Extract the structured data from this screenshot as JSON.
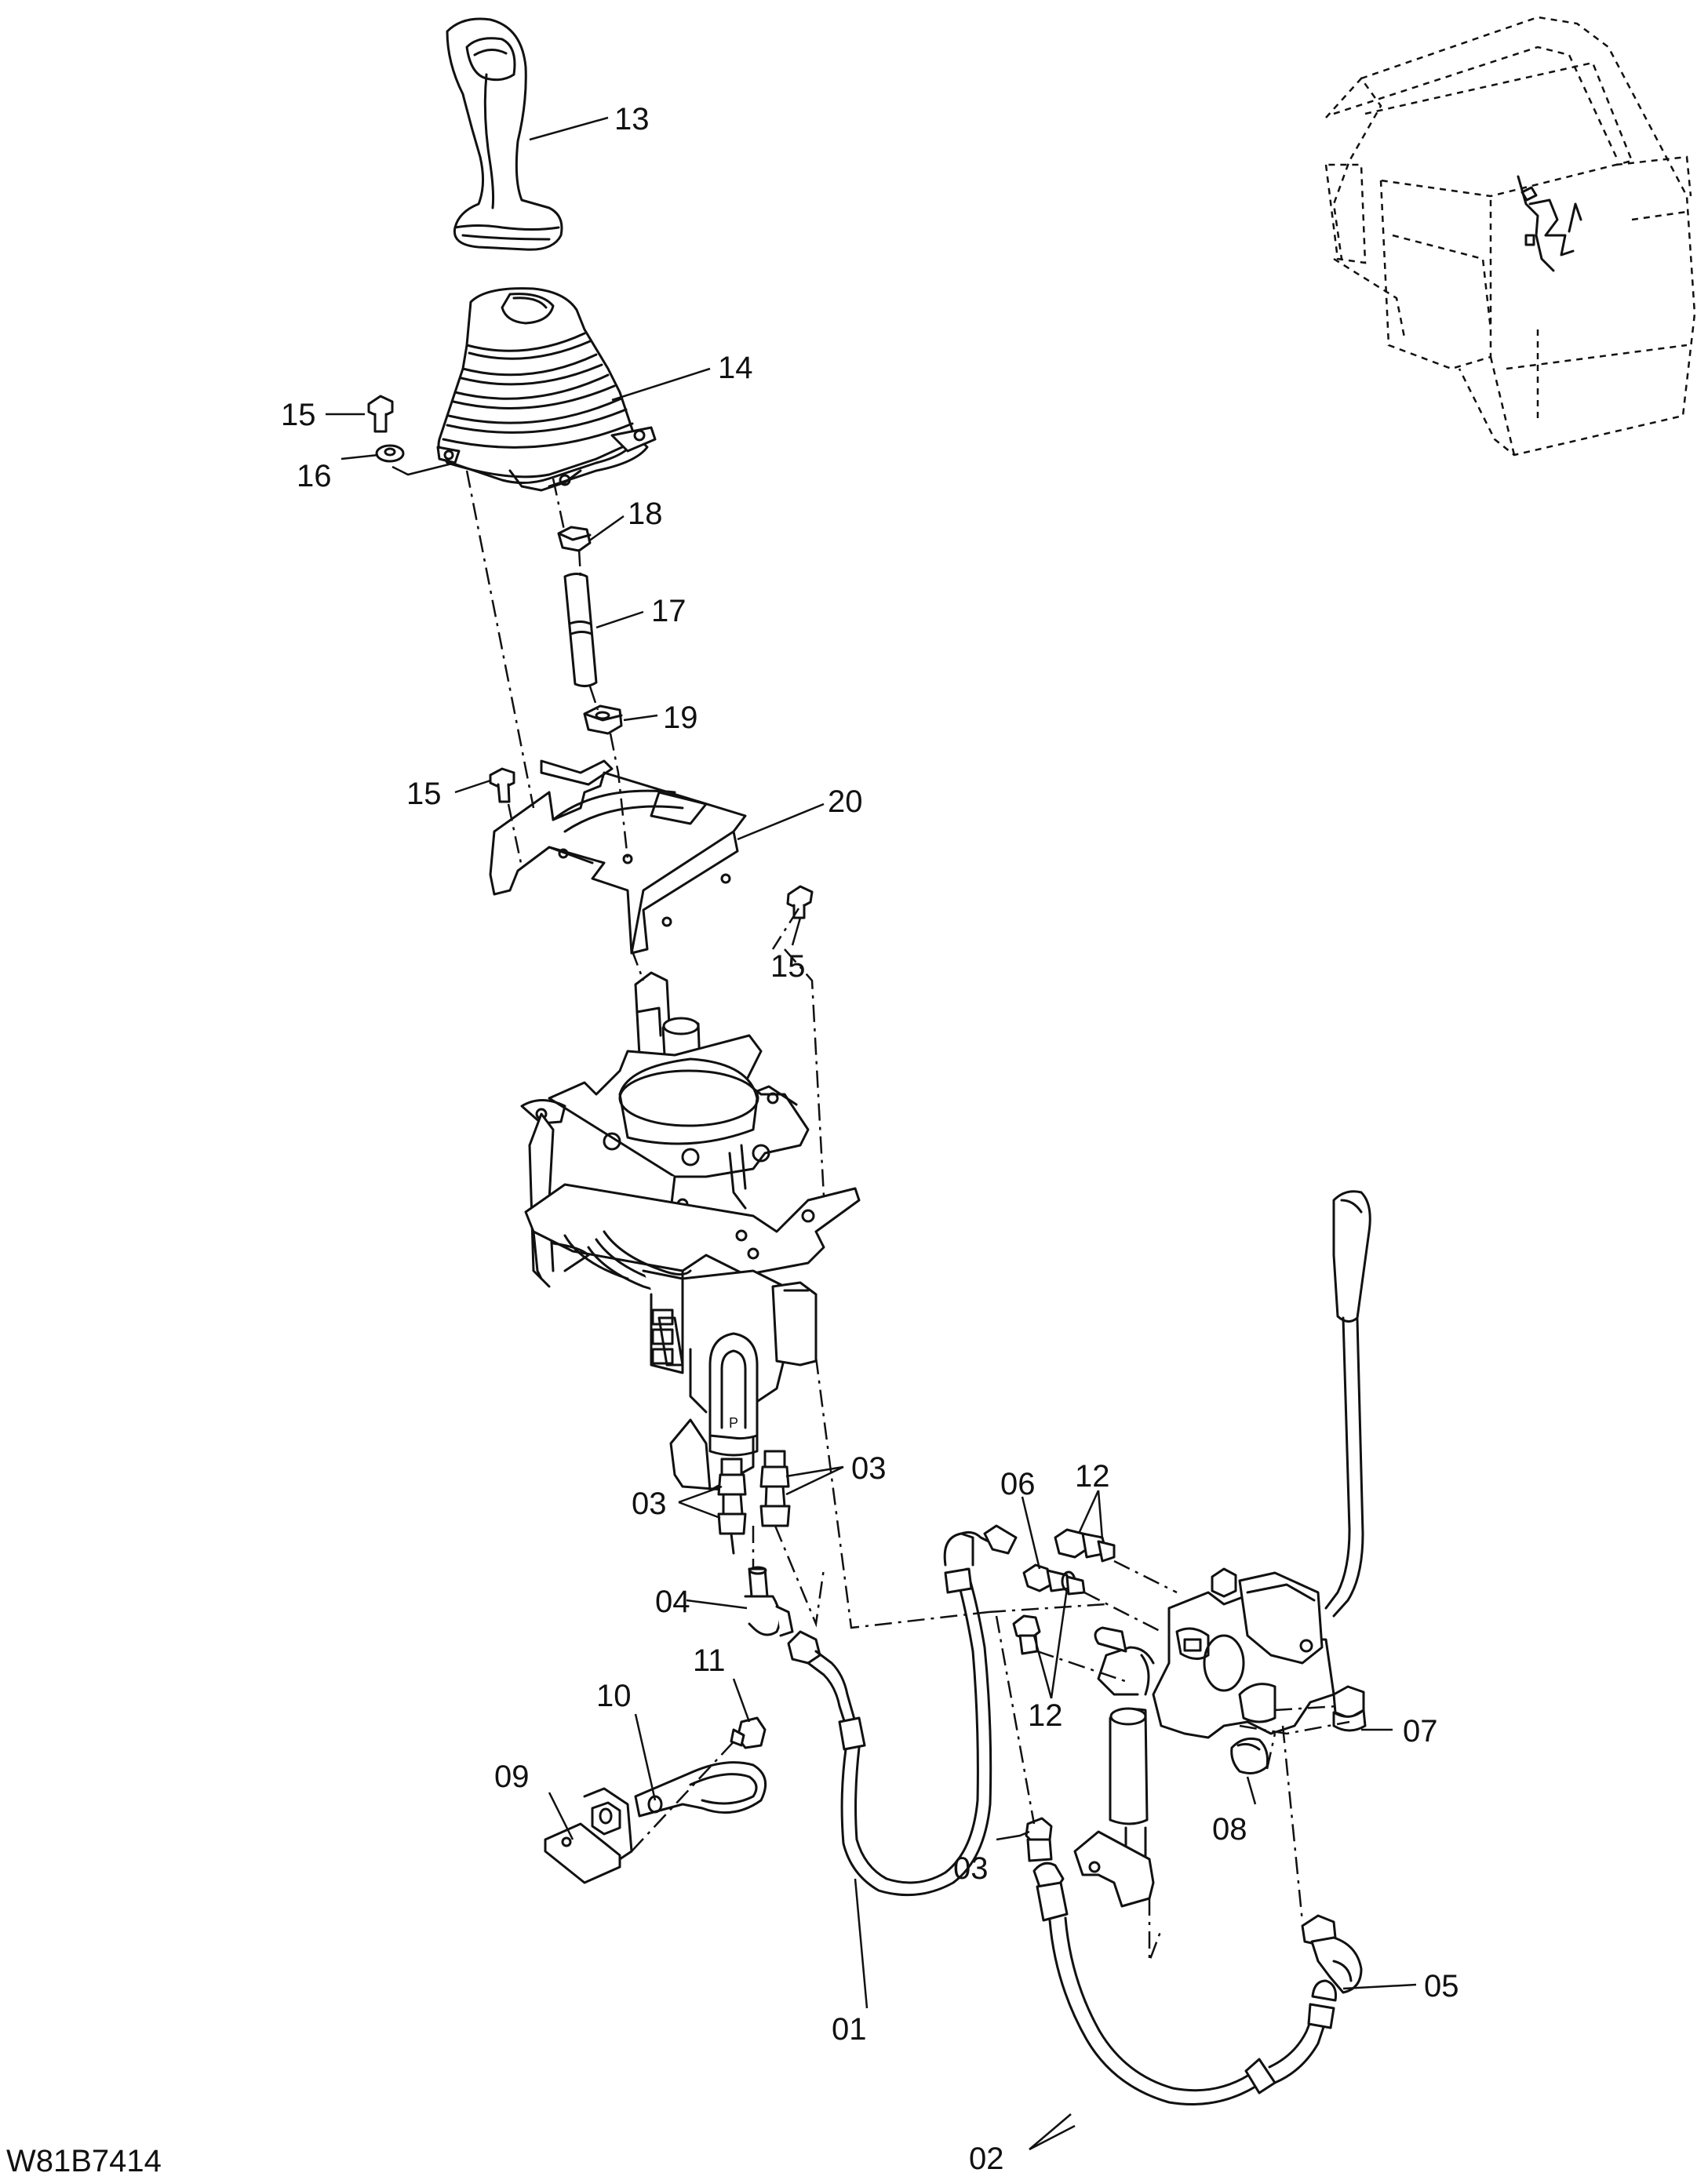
{
  "figure_id": "W81B7414",
  "callouts": [
    {
      "id": "13",
      "text": "13"
    },
    {
      "id": "14",
      "text": "14"
    },
    {
      "id": "15a",
      "text": "15"
    },
    {
      "id": "16",
      "text": "16"
    },
    {
      "id": "18",
      "text": "18"
    },
    {
      "id": "17",
      "text": "17"
    },
    {
      "id": "19",
      "text": "19"
    },
    {
      "id": "15b",
      "text": "15"
    },
    {
      "id": "20",
      "text": "20"
    },
    {
      "id": "15c",
      "text": "15"
    },
    {
      "id": "03a",
      "text": "03"
    },
    {
      "id": "03b",
      "text": "03"
    },
    {
      "id": "06",
      "text": "06"
    },
    {
      "id": "12a",
      "text": "12"
    },
    {
      "id": "12b",
      "text": "12"
    },
    {
      "id": "04",
      "text": "04"
    },
    {
      "id": "11",
      "text": "11"
    },
    {
      "id": "10",
      "text": "10"
    },
    {
      "id": "09",
      "text": "09"
    },
    {
      "id": "07",
      "text": "07"
    },
    {
      "id": "08",
      "text": "08"
    },
    {
      "id": "03c",
      "text": "03"
    },
    {
      "id": "05",
      "text": "05"
    },
    {
      "id": "01",
      "text": "01"
    },
    {
      "id": "02",
      "text": "02"
    }
  ]
}
